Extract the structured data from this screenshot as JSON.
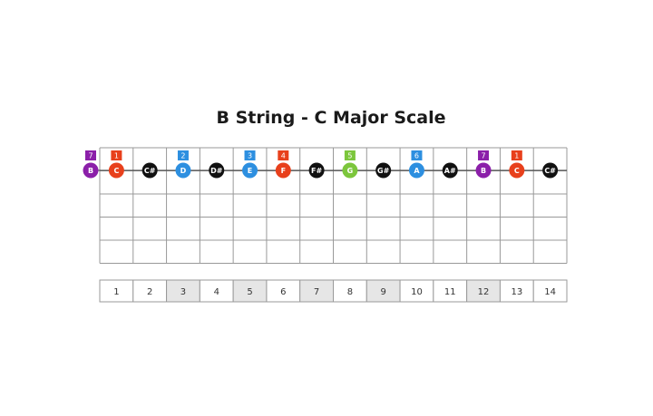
{
  "title": "B String - C Major Scale",
  "open_note": {
    "note": "B",
    "degree": "7",
    "color": "#8b1fa9"
  },
  "frets": [
    {
      "num": "1",
      "note": "C",
      "degree": "1",
      "color": "#e8401c",
      "marker": false
    },
    {
      "num": "2",
      "note": "C#",
      "degree": "",
      "color": "#111111",
      "marker": false
    },
    {
      "num": "3",
      "note": "D",
      "degree": "2",
      "color": "#2d8fe0",
      "marker": true
    },
    {
      "num": "4",
      "note": "D#",
      "degree": "",
      "color": "#111111",
      "marker": false
    },
    {
      "num": "5",
      "note": "E",
      "degree": "3",
      "color": "#2d8fe0",
      "marker": true
    },
    {
      "num": "6",
      "note": "F",
      "degree": "4",
      "color": "#e8401c",
      "marker": false
    },
    {
      "num": "7",
      "note": "F#",
      "degree": "",
      "color": "#111111",
      "marker": true
    },
    {
      "num": "8",
      "note": "G",
      "degree": "5",
      "color": "#7cc63c",
      "marker": false
    },
    {
      "num": "9",
      "note": "G#",
      "degree": "",
      "color": "#111111",
      "marker": true
    },
    {
      "num": "10",
      "note": "A",
      "degree": "6",
      "color": "#2d8fe0",
      "marker": false
    },
    {
      "num": "11",
      "note": "A#",
      "degree": "",
      "color": "#111111",
      "marker": false
    },
    {
      "num": "12",
      "note": "B",
      "degree": "7",
      "color": "#8b1fa9",
      "marker": true
    },
    {
      "num": "13",
      "note": "C",
      "degree": "1",
      "color": "#e8401c",
      "marker": false
    },
    {
      "num": "14",
      "note": "C#",
      "degree": "",
      "color": "#111111",
      "marker": false
    }
  ],
  "colors": {
    "grid": "#999999",
    "marker_fill": "#e6e6e6"
  }
}
